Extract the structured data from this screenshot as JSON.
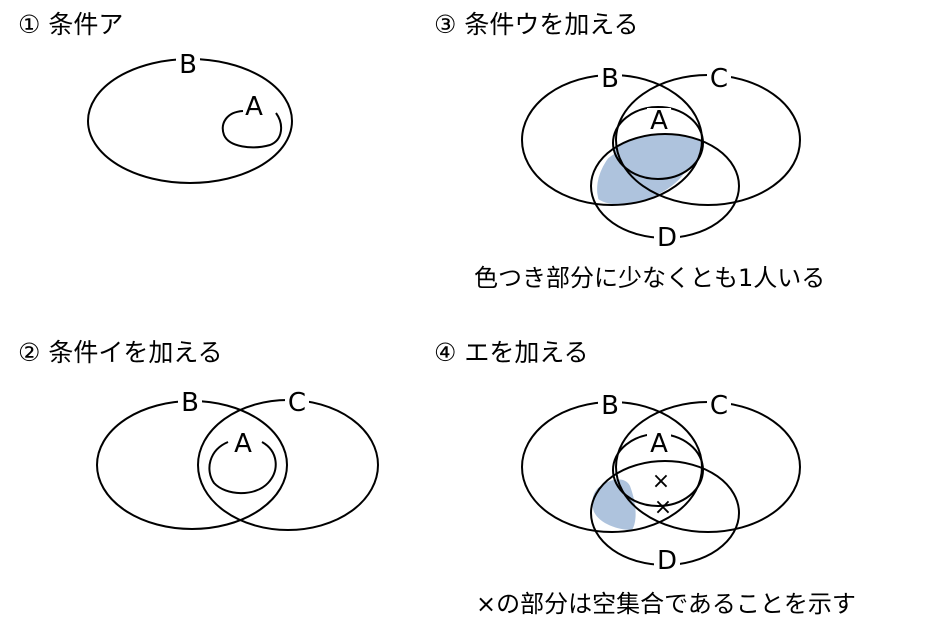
{
  "panels": [
    {
      "heading": "① 条件ア",
      "sets": [
        "B",
        "A"
      ]
    },
    {
      "heading": "② 条件イを加える",
      "sets": [
        "B",
        "C",
        "A"
      ]
    },
    {
      "heading": "③ 条件ウを加える",
      "sets": [
        "B",
        "C",
        "A",
        "D"
      ],
      "caption": "色つき部分に少なくとも1人いる"
    },
    {
      "heading": "④ エを加える",
      "sets": [
        "B",
        "C",
        "A",
        "D"
      ],
      "marks": [
        "×",
        "×"
      ],
      "caption": "×の部分は空集合であることを示す"
    }
  ],
  "colors": {
    "shade": "#aec3dd",
    "stroke": "#000000"
  }
}
